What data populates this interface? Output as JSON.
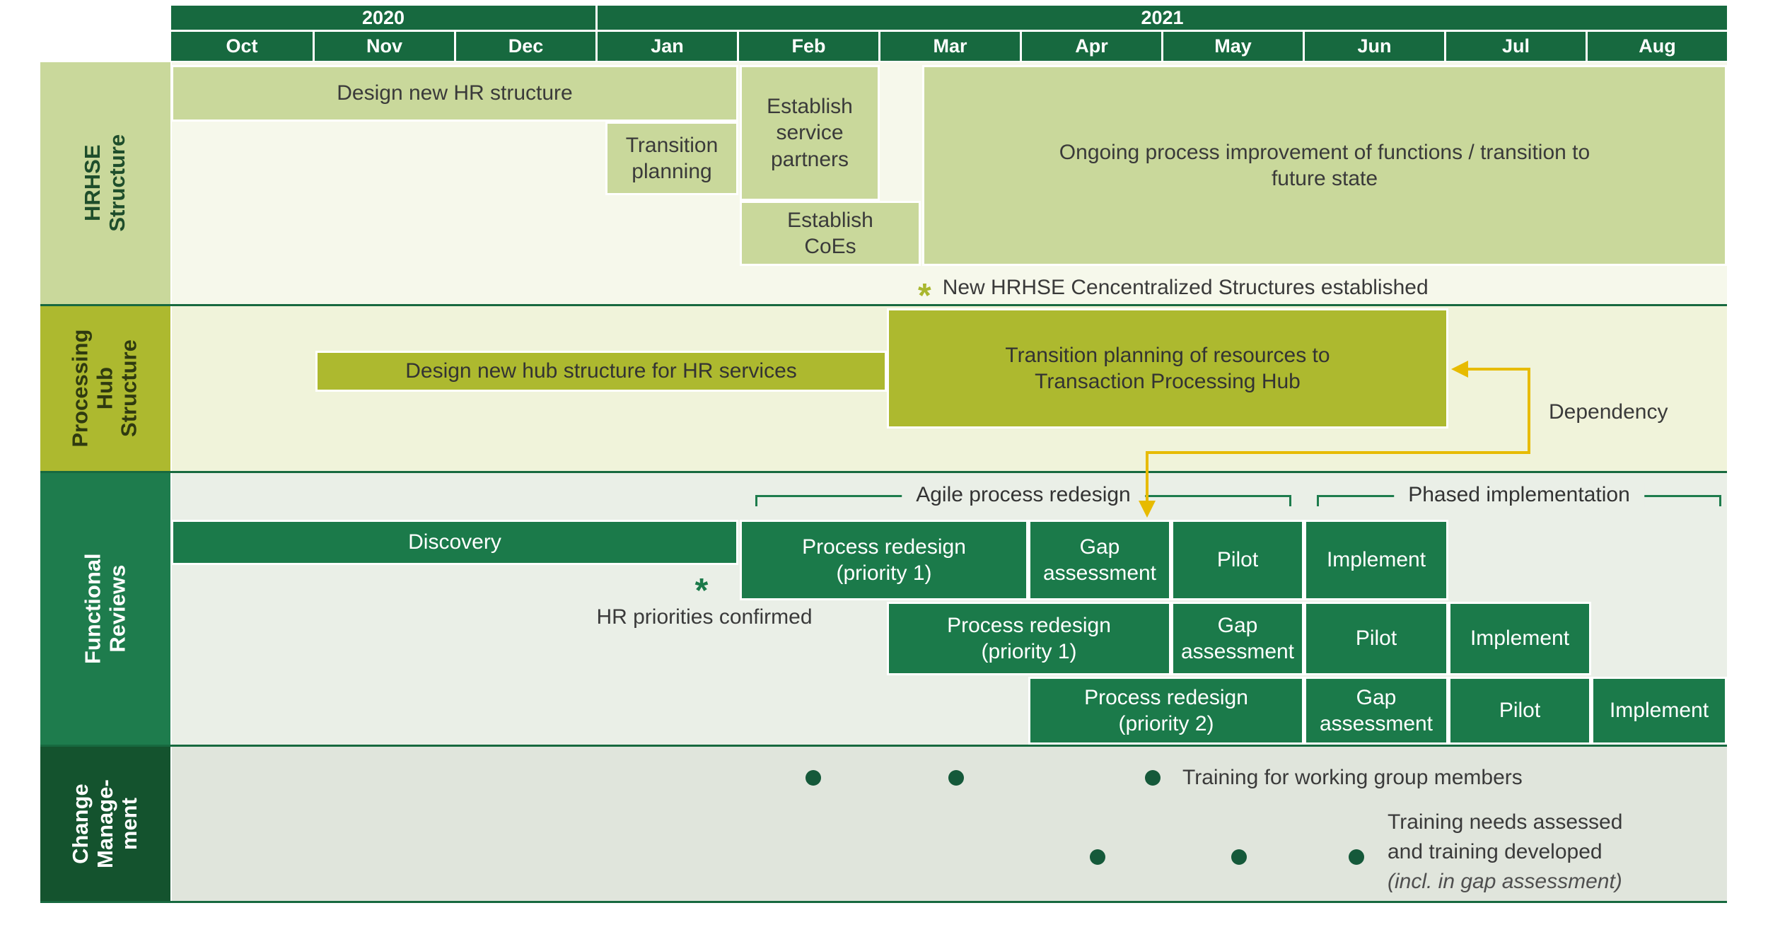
{
  "header": {
    "years": [
      {
        "label": "2020"
      },
      {
        "label": "2021"
      }
    ],
    "months": [
      "Oct",
      "Nov",
      "Dec",
      "Jan",
      "Feb",
      "Mar",
      "Apr",
      "May",
      "Jun",
      "Jul",
      "Aug"
    ]
  },
  "lanes": {
    "hrhse": {
      "label": "HRHSE\nStructure",
      "bars": {
        "design": {
          "label": "Design new HR structure",
          "start": "Oct 2020",
          "end": "Jan 2021"
        },
        "transition_planning": {
          "label": "Transition planning",
          "start": "Jan 2021",
          "end": "Jan 2021"
        },
        "service_partners": {
          "label": "Establish service partners",
          "start": "Feb 2021",
          "end": "Feb 2021"
        },
        "coes": {
          "label": "Establish CoEs",
          "start": "Feb 2021",
          "end": "early Mar 2021"
        },
        "ongoing": {
          "label": "Ongoing process improvement of functions / transition to future state",
          "start": "Mar 2021",
          "end": "Aug 2021"
        }
      },
      "milestone": {
        "marker": "*",
        "label": "New HRHSE Cencentralized Structures established",
        "month": "Mar 2021"
      }
    },
    "processing_hub": {
      "label": "Processing\nHub\nStructure",
      "bars": {
        "design_hub": {
          "label": "Design new hub structure for HR services",
          "start": "Nov 2020",
          "end": "Feb 2021"
        },
        "transition_hub": {
          "label": "Transition planning of resources to Transaction Processing Hub",
          "start": "Mar 2021",
          "end": "May 2021"
        }
      },
      "dependency_label": "Dependency"
    },
    "functional_reviews": {
      "label": "Functional\nReviews",
      "phase_brackets": [
        {
          "label": "Agile process redesign",
          "start": "Feb 2021",
          "end": "May 2021"
        },
        {
          "label": "Phased implementation",
          "start": "Jun 2021",
          "end": "Aug 2021"
        }
      ],
      "milestone": {
        "marker": "*",
        "label": "HR priorities confirmed",
        "month": "Jan 2021"
      },
      "bars": {
        "discovery": {
          "label": "Discovery",
          "start": "Oct 2020",
          "end": "Jan 2021"
        },
        "row1": [
          {
            "label": "Process redesign (priority 1)",
            "start": "Feb 2021",
            "end": "Mar 2021"
          },
          {
            "label": "Gap assessment",
            "start": "Apr 2021",
            "end": "Apr 2021"
          },
          {
            "label": "Pilot",
            "start": "May 2021",
            "end": "May 2021"
          },
          {
            "label": "Implement",
            "start": "Jun 2021",
            "end": "Jun 2021"
          }
        ],
        "row2": [
          {
            "label": "Process redesign (priority 1)",
            "start": "Mar 2021",
            "end": "Apr 2021"
          },
          {
            "label": "Gap assessment",
            "start": "May 2021",
            "end": "May 2021"
          },
          {
            "label": "Pilot",
            "start": "Jun 2021",
            "end": "Jun 2021"
          },
          {
            "label": "Implement",
            "start": "Jul 2021",
            "end": "Jul 2021"
          }
        ],
        "row3": [
          {
            "label": "Process redesign (priority 2)",
            "start": "Apr 2021",
            "end": "May 2021"
          },
          {
            "label": "Gap assessment",
            "start": "Jun 2021",
            "end": "Jun 2021"
          },
          {
            "label": "Pilot",
            "start": "Jul 2021",
            "end": "Jul 2021"
          },
          {
            "label": "Implement",
            "start": "Aug 2021",
            "end": "Aug 2021"
          }
        ]
      }
    },
    "change_management": {
      "label": "Change\nManage-\nment",
      "working_group_training": {
        "label": "Training for working group members",
        "dot_months": [
          "Feb 2021",
          "Mar 2021",
          "Apr 2021"
        ]
      },
      "training_needs": {
        "line1": "Training needs assessed",
        "line2": "and training developed",
        "line3": "(incl. in gap assessment)",
        "dot_months": [
          "Apr 2021",
          "May 2021",
          "Jun 2021"
        ]
      }
    }
  },
  "colors": {
    "header_green": "#17693f",
    "light_green": "#c9d89b",
    "olive": "#adb92f",
    "dark_green_bar": "#1b7a4a",
    "functional_label_green": "#1e7c4d",
    "change_label_green": "#14532e",
    "dependency_yellow": "#e7bb00",
    "text_dark": "#3a3a3a"
  }
}
